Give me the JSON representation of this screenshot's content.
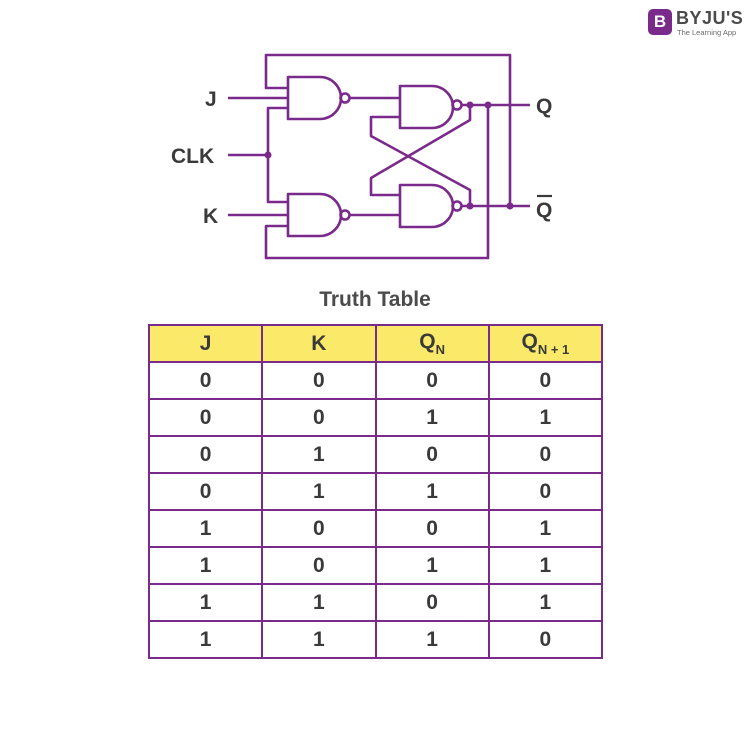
{
  "logo": {
    "mark": "B",
    "name": "BYJU'S",
    "tagline": "The Learning App"
  },
  "circuit": {
    "inputs": {
      "j": "J",
      "clk": "CLK",
      "k": "K"
    },
    "outputs": {
      "q": "Q",
      "q_bar": "Q"
    }
  },
  "table": {
    "title": "Truth Table",
    "headers": {
      "j": "J",
      "k": "K",
      "qn": {
        "base": "Q",
        "sub": "N"
      },
      "qn1": {
        "base": "Q",
        "sub": "N + 1"
      }
    },
    "rows": [
      [
        "0",
        "0",
        "0",
        "0"
      ],
      [
        "0",
        "0",
        "1",
        "1"
      ],
      [
        "0",
        "1",
        "0",
        "0"
      ],
      [
        "0",
        "1",
        "1",
        "0"
      ],
      [
        "1",
        "0",
        "0",
        "1"
      ],
      [
        "1",
        "0",
        "1",
        "1"
      ],
      [
        "1",
        "1",
        "0",
        "1"
      ],
      [
        "1",
        "1",
        "1",
        "0"
      ]
    ]
  },
  "colors": {
    "wire": "#7a2a8a",
    "header_fill": "#fbe96a",
    "text": "#3a3a3a"
  }
}
